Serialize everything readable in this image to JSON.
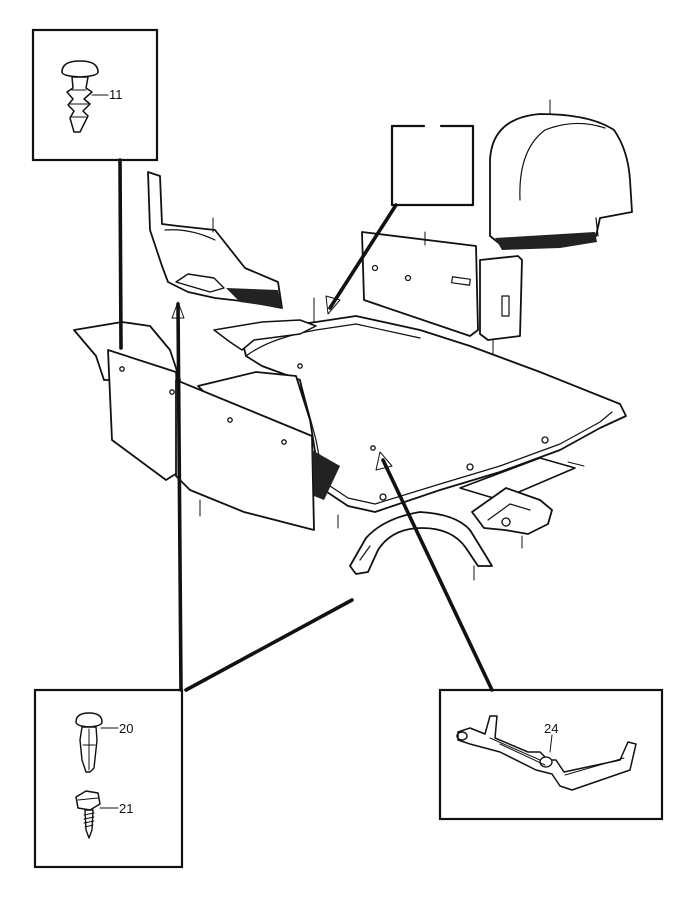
{
  "callouts": [
    {
      "id": "clip-11",
      "label": "11"
    },
    {
      "id": "clip-20",
      "label": "20"
    },
    {
      "id": "screw-21",
      "label": "21"
    },
    {
      "id": "bracket-24",
      "label": "24"
    }
  ],
  "colors": {
    "ink": "#111111",
    "paper": "#ffffff"
  }
}
